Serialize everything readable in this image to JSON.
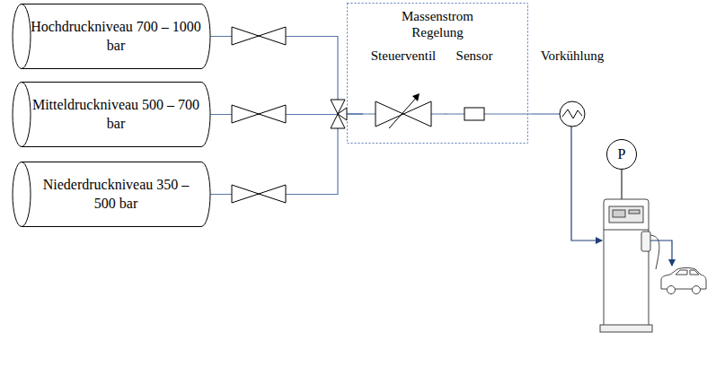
{
  "diagram": {
    "nodes": [
      {
        "text": [
          "Hochdruckniveau 700 – 1000 bar"
        ]
      },
      {
        "text": [
          "Mitteldruckniveau 500 – 700 bar"
        ]
      },
      {
        "text": [
          "Niederdruckniveau 350 – 500 bar"
        ]
      },
      {
        "text": [
          "Massenstrom Regelung"
        ]
      },
      {
        "text": [
          "Steuerventil"
        ],
        "in": 3
      },
      {
        "text": [
          "Sensor"
        ],
        "in": 3
      },
      {
        "text": [
          "Vorkühlung"
        ]
      },
      {
        "text": [
          "P"
        ]
      }
    ],
    "edges": [
      {
        "from": 0,
        "to": 4,
        "arrow": "none"
      },
      {
        "from": 1,
        "to": 4,
        "arrow": "none"
      },
      {
        "from": 2,
        "to": 4,
        "arrow": "none"
      },
      {
        "from": 4,
        "to": 5,
        "arrow": "none"
      },
      {
        "from": 5,
        "to": 6,
        "arrow": "none"
      }
    ]
  }
}
